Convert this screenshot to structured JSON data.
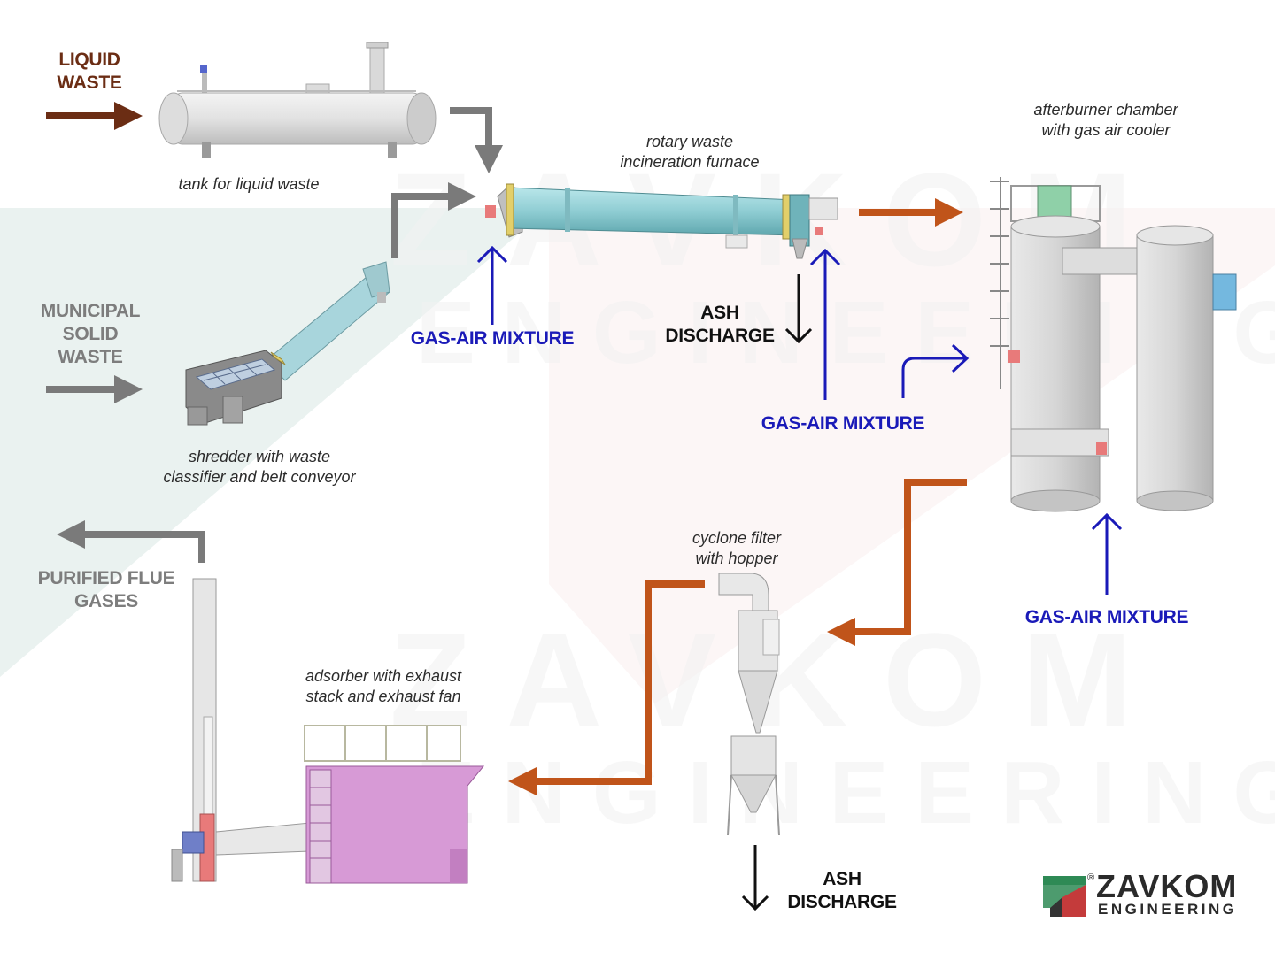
{
  "inputs": {
    "liquid_waste": [
      "LIQUID",
      "WASTE"
    ],
    "municipal_solid_waste": [
      "MUNICIPAL",
      "SOLID",
      "WASTE"
    ]
  },
  "outputs": {
    "purified_flue_gases": [
      "PURIFIED FLUE",
      "GASES"
    ],
    "ash_discharge_furnace": [
      "ASH",
      "DISCHARGE"
    ],
    "ash_discharge_cyclone": [
      "ASH",
      "DISCHARGE"
    ]
  },
  "gas_air_labels": {
    "furnace_inlet": "GAS-AIR MIXTURE",
    "furnace_outlet": "GAS-AIR MIXTURE",
    "afterburner_bottom": "GAS-AIR MIXTURE"
  },
  "equipment": {
    "tank": "tank for liquid waste",
    "furnace": [
      "rotary waste",
      "incineration furnace"
    ],
    "afterburner": [
      "afterburner chamber",
      "with gas air cooler"
    ],
    "shredder": [
      "shredder with waste",
      "classifier and belt conveyor"
    ],
    "cyclone": [
      "cyclone filter",
      "with hopper"
    ],
    "adsorber": [
      "adsorber with exhaust",
      "stack and exhaust fan"
    ]
  },
  "logo": {
    "name": "ZAVKOM",
    "sub": "ENGINEERING",
    "registered": "®"
  },
  "colors": {
    "liquid_arrow": "#6b2d14",
    "solid_arrow": "#7a7a7a",
    "hot_gas_arrow": "#c0541a",
    "air_arrow": "#1a1ab8",
    "ash_arrow": "#111111"
  }
}
